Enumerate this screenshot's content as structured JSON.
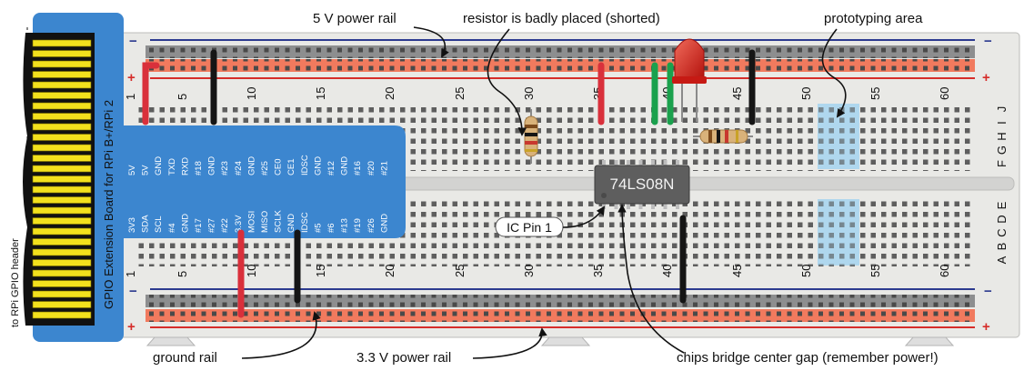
{
  "annotations": {
    "power_rail_5v": "5 V power rail",
    "resistor_note": "resistor is badly placed (shorted)",
    "prototyping_area": "prototyping area",
    "ground_rail": "ground rail",
    "power_rail_3v3": "3.3 V power rail",
    "chips_bridge": "chips bridge center gap (remember power!)",
    "ic_pin1": "IC Pin 1",
    "gpio_header": "to RPi GPIO header"
  },
  "extension_board": {
    "title": "GPIO Extension Board for RPi B+/RPi 2",
    "top_pins": [
      "5V",
      "5V",
      "GND",
      "TXD",
      "RXD",
      "#18",
      "GND",
      "#23",
      "#24",
      "GND",
      "#25",
      "CE0",
      "CE1",
      "IDSC",
      "GND",
      "#12",
      "GND",
      "#16",
      "#20",
      "#21"
    ],
    "bottom_pins": [
      "3V3",
      "SDA",
      "SCL",
      "#4",
      "GND",
      "#17",
      "#27",
      "#22",
      "3.3V",
      "MOSI",
      "MISO",
      "SCLK",
      "GND",
      "IDSC",
      "#5",
      "#6",
      "#13",
      "#19",
      "#26",
      "GND"
    ]
  },
  "chip": {
    "label": "74LS08N"
  },
  "breadboard": {
    "column_numbers": [
      "1",
      "5",
      "10",
      "15",
      "20",
      "25",
      "30",
      "35",
      "40",
      "45",
      "50",
      "55",
      "60"
    ],
    "rows_top": [
      "J",
      "I",
      "H",
      "G",
      "F"
    ],
    "rows_bottom": [
      "E",
      "D",
      "C",
      "B",
      "A"
    ],
    "rail_minus": "−",
    "rail_plus": "+"
  },
  "colors": {
    "board": "#e9e9e6",
    "rail_red": "#f17a5e",
    "rail_gray": "#8d8e8f",
    "rail_blue_line": "#2c3a8f",
    "rail_red_line": "#d62d2a",
    "extension_blue": "#3c86cf",
    "header_yellow": "#f3e11d",
    "wire_red": "#d9303b",
    "wire_black": "#151515",
    "wire_green": "#1aa14d",
    "led": "#d91e16",
    "highlight_blue": "#a5d3ef"
  }
}
